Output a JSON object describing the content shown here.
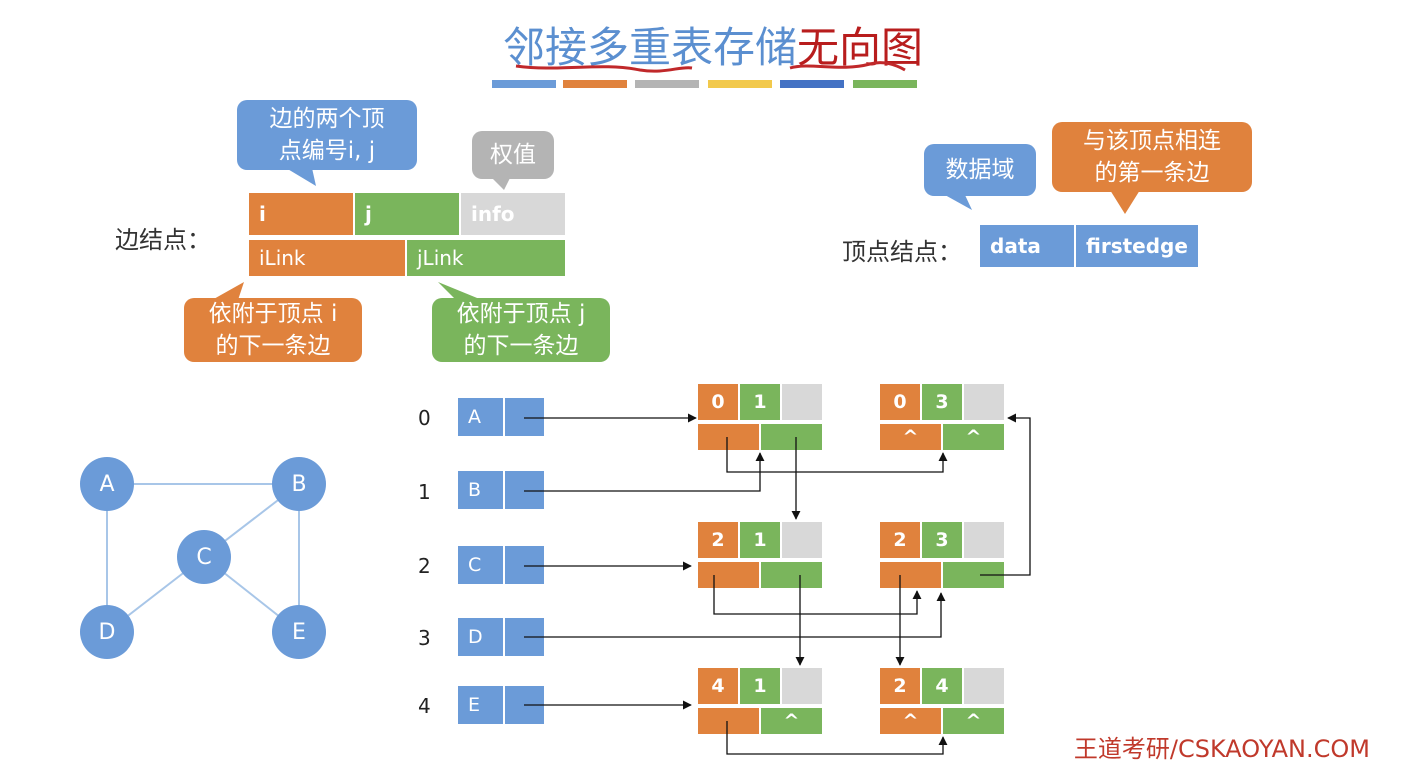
{
  "title": {
    "part1": "邻接多重表存储",
    "part2": "无向图"
  },
  "colors": {
    "blue": "#6b9bd8",
    "orange": "#e0823d",
    "gray": "#b4b4b4",
    "yellow": "#f2c94c",
    "darkblue": "#4472c4",
    "green": "#7ab55c",
    "lightgray": "#d8d8d8",
    "red": "#b81d1d"
  },
  "edge_node": {
    "label": "边结点：",
    "fields": {
      "i": "i",
      "j": "j",
      "info": "info",
      "ilink": "iLink",
      "jlink": "jLink"
    },
    "callouts": {
      "ij": [
        "边的两个顶",
        "点编号i, j"
      ],
      "info": "权值",
      "ilink": [
        "依附于顶点 i",
        "的下一条边"
      ],
      "jlink": [
        "依附于顶点 j",
        "的下一条边"
      ]
    }
  },
  "vertex_node": {
    "label": "顶点结点：",
    "fields": {
      "data": "data",
      "firstedge": "firstedge"
    },
    "callouts": {
      "data": "数据域",
      "firstedge": [
        "与该顶点相连",
        "的第一条边"
      ]
    }
  },
  "graph": {
    "nodes": [
      "A",
      "B",
      "C",
      "D",
      "E"
    ]
  },
  "table": {
    "indices": [
      "0",
      "1",
      "2",
      "3",
      "4"
    ],
    "vertices": [
      "A",
      "B",
      "C",
      "D",
      "E"
    ],
    "edges": [
      {
        "i": "0",
        "j": "1",
        "ilink": "",
        "jlink": ""
      },
      {
        "i": "0",
        "j": "3",
        "ilink": "^",
        "jlink": "^"
      },
      {
        "i": "2",
        "j": "1",
        "ilink": "",
        "jlink": ""
      },
      {
        "i": "2",
        "j": "3",
        "ilink": "",
        "jlink": ""
      },
      {
        "i": "4",
        "j": "1",
        "ilink": "",
        "jlink": "^"
      },
      {
        "i": "2",
        "j": "4",
        "ilink": "^",
        "jlink": "^"
      }
    ]
  },
  "watermark": "王道考研/CSKAOYAN.COM"
}
